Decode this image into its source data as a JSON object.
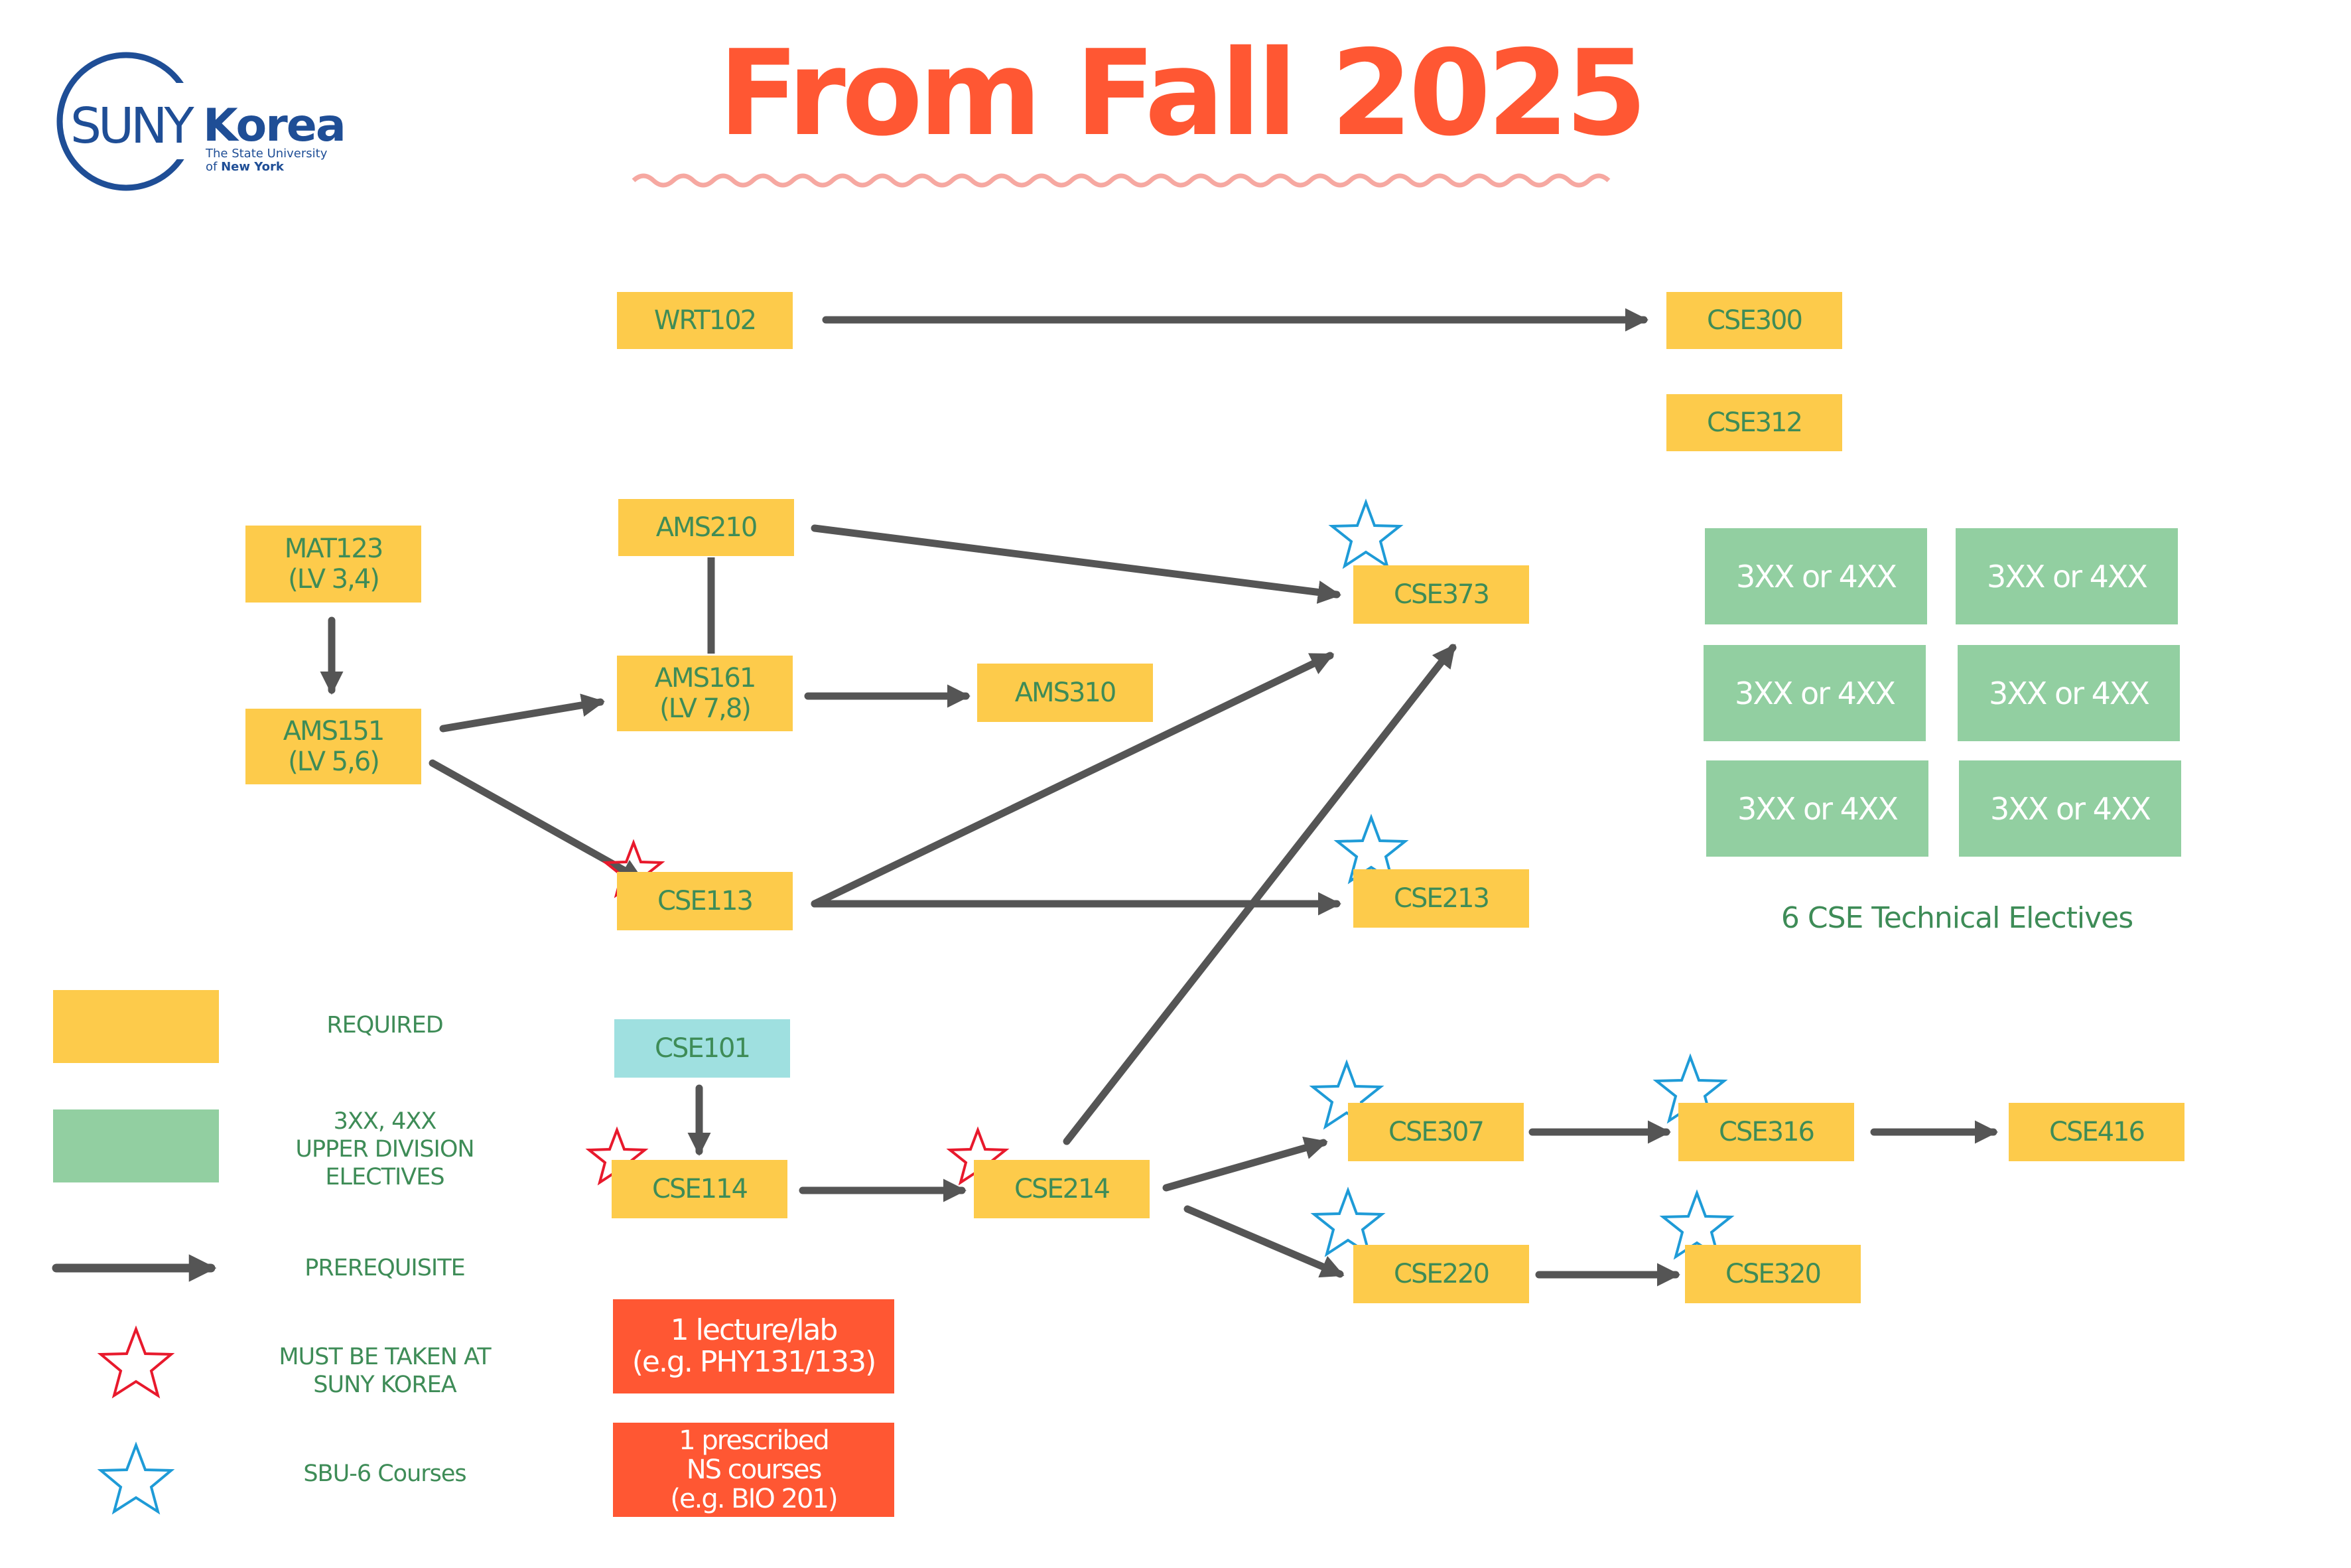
{
  "title": "From Fall 2025",
  "logo": {
    "brand_left": "SUNY",
    "brand_right": "Korea",
    "tagline_1": "The State University",
    "tagline_2_prefix": "of ",
    "tagline_2_bold": "New York",
    "color": "#1F4E96"
  },
  "colors": {
    "required": "#FDCB4B",
    "elective": "#92CFA1",
    "optional_teal": "#9FE0E0",
    "science": "#FF5733",
    "arrow": "#555555",
    "suny_star": "#E8192C",
    "sbu_star": "#1E9BD7",
    "label_text": "#3E8C57"
  },
  "courses": {
    "wrt102": "WRT102",
    "cse300": "CSE300",
    "cse312": "CSE312",
    "mat123_l1": "MAT123",
    "mat123_l2": "(LV 3,4)",
    "ams210": "AMS210",
    "ams161_l1": "AMS161",
    "ams161_l2": "(LV 7,8)",
    "ams310": "AMS310",
    "ams151_l1": "AMS151",
    "ams151_l2": "(LV 5,6)",
    "cse373": "CSE373",
    "cse113": "CSE113",
    "cse213": "CSE213",
    "cse101": "CSE101",
    "cse114": "CSE114",
    "cse214": "CSE214",
    "cse307": "CSE307",
    "cse316": "CSE316",
    "cse416": "CSE416",
    "cse220": "CSE220",
    "cse320": "CSE320"
  },
  "electives": {
    "slots": [
      "3XX or 4XX",
      "3XX or 4XX",
      "3XX or 4XX",
      "3XX or 4XX",
      "3XX or 4XX",
      "3XX or 4XX"
    ],
    "caption": "6 CSE Technical Electives"
  },
  "science": {
    "lab_l1": "1 lecture/lab",
    "lab_l2": "(e.g. PHY131/133)",
    "ns_l1": "1 prescribed",
    "ns_l2": "NS courses",
    "ns_l3": "(e.g. BIO 201)"
  },
  "legend": {
    "required": "REQUIRED",
    "elective_l1": "3XX, 4XX",
    "elective_l2": "UPPER DIVISION",
    "elective_l3": "ELECTIVES",
    "prerequisite": "PREREQUISITE",
    "suny_l1": "MUST BE TAKEN AT",
    "suny_l2": "SUNY KOREA",
    "sbu": "SBU-6 Courses"
  }
}
